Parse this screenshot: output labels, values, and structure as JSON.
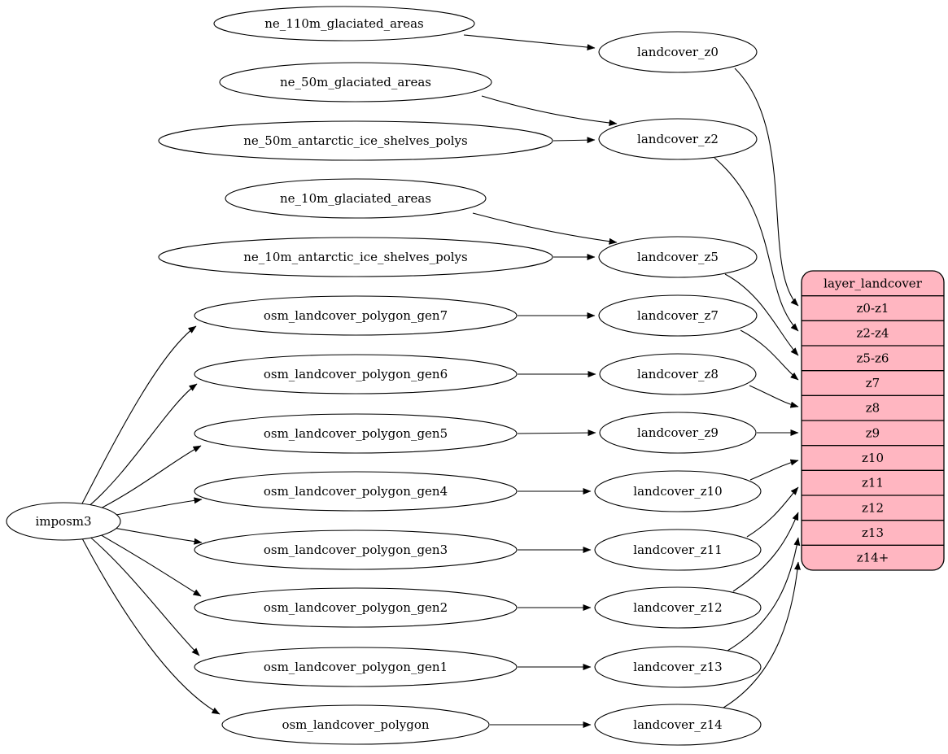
{
  "diagram": {
    "kind": "graphviz-dataflow",
    "background_color": "#ffffff",
    "node_fill": "#ffffff",
    "node_stroke": "#000000",
    "edge_color": "#000000",
    "text_color": "#000000"
  },
  "graph": {
    "nodes": [
      {
        "id": "imposm3",
        "label": "imposm3"
      },
      {
        "id": "ne_110m_glaciated_areas",
        "label": "ne_110m_glaciated_areas"
      },
      {
        "id": "ne_50m_glaciated_areas",
        "label": "ne_50m_glaciated_areas"
      },
      {
        "id": "ne_50m_antarctic_ice_shelves_polys",
        "label": "ne_50m_antarctic_ice_shelves_polys"
      },
      {
        "id": "ne_10m_glaciated_areas",
        "label": "ne_10m_glaciated_areas"
      },
      {
        "id": "ne_10m_antarctic_ice_shelves_polys",
        "label": "ne_10m_antarctic_ice_shelves_polys"
      },
      {
        "id": "osm_landcover_polygon_gen7",
        "label": "osm_landcover_polygon_gen7"
      },
      {
        "id": "osm_landcover_polygon_gen6",
        "label": "osm_landcover_polygon_gen6"
      },
      {
        "id": "osm_landcover_polygon_gen5",
        "label": "osm_landcover_polygon_gen5"
      },
      {
        "id": "osm_landcover_polygon_gen4",
        "label": "osm_landcover_polygon_gen4"
      },
      {
        "id": "osm_landcover_polygon_gen3",
        "label": "osm_landcover_polygon_gen3"
      },
      {
        "id": "osm_landcover_polygon_gen2",
        "label": "osm_landcover_polygon_gen2"
      },
      {
        "id": "osm_landcover_polygon_gen1",
        "label": "osm_landcover_polygon_gen1"
      },
      {
        "id": "osm_landcover_polygon",
        "label": "osm_landcover_polygon"
      },
      {
        "id": "landcover_z0",
        "label": "landcover_z0"
      },
      {
        "id": "landcover_z2",
        "label": "landcover_z2"
      },
      {
        "id": "landcover_z5",
        "label": "landcover_z5"
      },
      {
        "id": "landcover_z7",
        "label": "landcover_z7"
      },
      {
        "id": "landcover_z8",
        "label": "landcover_z8"
      },
      {
        "id": "landcover_z9",
        "label": "landcover_z9"
      },
      {
        "id": "landcover_z10",
        "label": "landcover_z10"
      },
      {
        "id": "landcover_z11",
        "label": "landcover_z11"
      },
      {
        "id": "landcover_z12",
        "label": "landcover_z12"
      },
      {
        "id": "landcover_z13",
        "label": "landcover_z13"
      },
      {
        "id": "landcover_z14",
        "label": "landcover_z14"
      }
    ],
    "record": {
      "id": "layer_landcover",
      "title": "layer_landcover",
      "rows": [
        "z0-z1",
        "z2-z4",
        "z5-z6",
        "z7",
        "z8",
        "z9",
        "z10",
        "z11",
        "z12",
        "z13",
        "z14+"
      ],
      "fill": "#ffb6c1",
      "stroke": "#000000"
    },
    "edges": [
      {
        "from": "imposm3",
        "to": "osm_landcover_polygon_gen7"
      },
      {
        "from": "imposm3",
        "to": "osm_landcover_polygon_gen6"
      },
      {
        "from": "imposm3",
        "to": "osm_landcover_polygon_gen5"
      },
      {
        "from": "imposm3",
        "to": "osm_landcover_polygon_gen4"
      },
      {
        "from": "imposm3",
        "to": "osm_landcover_polygon_gen3"
      },
      {
        "from": "imposm3",
        "to": "osm_landcover_polygon_gen2"
      },
      {
        "from": "imposm3",
        "to": "osm_landcover_polygon_gen1"
      },
      {
        "from": "imposm3",
        "to": "osm_landcover_polygon"
      },
      {
        "from": "ne_110m_glaciated_areas",
        "to": "landcover_z0"
      },
      {
        "from": "ne_50m_glaciated_areas",
        "to": "landcover_z2"
      },
      {
        "from": "ne_50m_antarctic_ice_shelves_polys",
        "to": "landcover_z2"
      },
      {
        "from": "ne_10m_glaciated_areas",
        "to": "landcover_z5"
      },
      {
        "from": "ne_10m_antarctic_ice_shelves_polys",
        "to": "landcover_z5"
      },
      {
        "from": "osm_landcover_polygon_gen7",
        "to": "landcover_z7"
      },
      {
        "from": "osm_landcover_polygon_gen6",
        "to": "landcover_z8"
      },
      {
        "from": "osm_landcover_polygon_gen5",
        "to": "landcover_z9"
      },
      {
        "from": "osm_landcover_polygon_gen4",
        "to": "landcover_z10"
      },
      {
        "from": "osm_landcover_polygon_gen3",
        "to": "landcover_z11"
      },
      {
        "from": "osm_landcover_polygon_gen2",
        "to": "landcover_z12"
      },
      {
        "from": "osm_landcover_polygon_gen1",
        "to": "landcover_z13"
      },
      {
        "from": "osm_landcover_polygon",
        "to": "landcover_z14"
      },
      {
        "from": "landcover_z0",
        "to": "layer_landcover.z0-z1"
      },
      {
        "from": "landcover_z2",
        "to": "layer_landcover.z2-z4"
      },
      {
        "from": "landcover_z5",
        "to": "layer_landcover.z5-z6"
      },
      {
        "from": "landcover_z7",
        "to": "layer_landcover.z7"
      },
      {
        "from": "landcover_z8",
        "to": "layer_landcover.z8"
      },
      {
        "from": "landcover_z9",
        "to": "layer_landcover.z9"
      },
      {
        "from": "landcover_z10",
        "to": "layer_landcover.z10"
      },
      {
        "from": "landcover_z11",
        "to": "layer_landcover.z11"
      },
      {
        "from": "landcover_z12",
        "to": "layer_landcover.z12"
      },
      {
        "from": "landcover_z13",
        "to": "layer_landcover.z13"
      },
      {
        "from": "landcover_z14",
        "to": "layer_landcover.z14+"
      }
    ]
  }
}
